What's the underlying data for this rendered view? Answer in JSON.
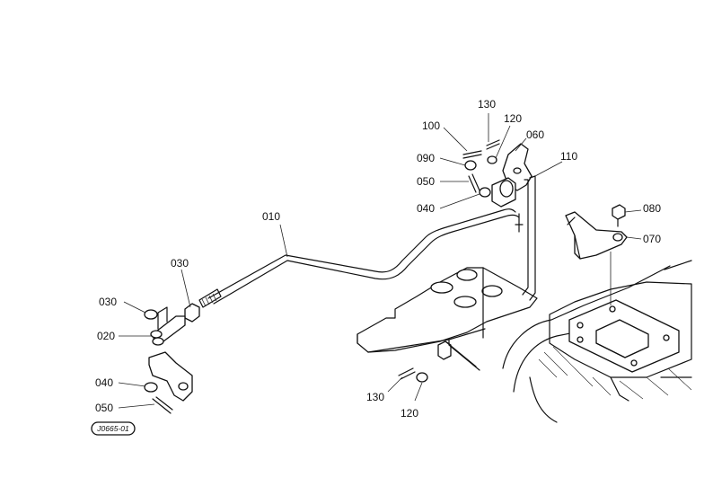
{
  "diagram": {
    "callouts": [
      {
        "id": "c010",
        "label": "010"
      },
      {
        "id": "c030a",
        "label": "030"
      },
      {
        "id": "c030b",
        "label": "030"
      },
      {
        "id": "c020",
        "label": "020"
      },
      {
        "id": "c040a",
        "label": "040"
      },
      {
        "id": "c050a",
        "label": "050"
      },
      {
        "id": "c100",
        "label": "100"
      },
      {
        "id": "c130a",
        "label": "130"
      },
      {
        "id": "c120a",
        "label": "120"
      },
      {
        "id": "c060",
        "label": "060"
      },
      {
        "id": "c110",
        "label": "110"
      },
      {
        "id": "c090",
        "label": "090"
      },
      {
        "id": "c050b",
        "label": "050"
      },
      {
        "id": "c040b",
        "label": "040"
      },
      {
        "id": "c080",
        "label": "080"
      },
      {
        "id": "c070",
        "label": "070"
      },
      {
        "id": "c130b",
        "label": "130"
      },
      {
        "id": "c120b",
        "label": "120"
      }
    ],
    "drawing_code": "J0665-01"
  }
}
